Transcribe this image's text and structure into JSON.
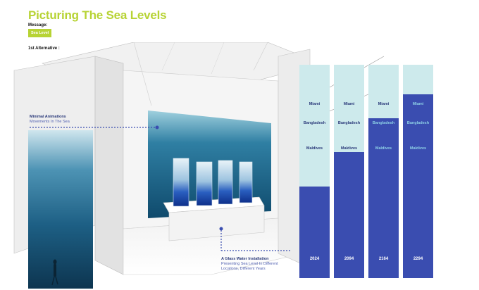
{
  "header": {
    "title": "Picturing The Sea Levels",
    "message_label": "Message:",
    "badge": "Sea Level",
    "alternative_label": "1st Alternative :"
  },
  "annotations": {
    "animations": {
      "title": "Minimal Animations",
      "subtitle": "Movements In The Sea"
    },
    "installation": {
      "title": "A Glass Water Installation",
      "line1": "Presenting Sea Level In Different",
      "line2": "Locations, Different Years"
    }
  },
  "colors": {
    "accent": "#b7d334",
    "bar_fill": "#3a4db0",
    "bar_background": "#cdeaec",
    "annotation": "#2b3a7a"
  },
  "chart_data": {
    "type": "bar",
    "categories": [
      "2024",
      "2094",
      "2164",
      "2294"
    ],
    "location_labels": [
      "Miami",
      "Bangladesh",
      "Maldives"
    ],
    "values": [
      0.43,
      0.59,
      0.75,
      0.86
    ],
    "ylim": [
      0,
      1
    ]
  }
}
